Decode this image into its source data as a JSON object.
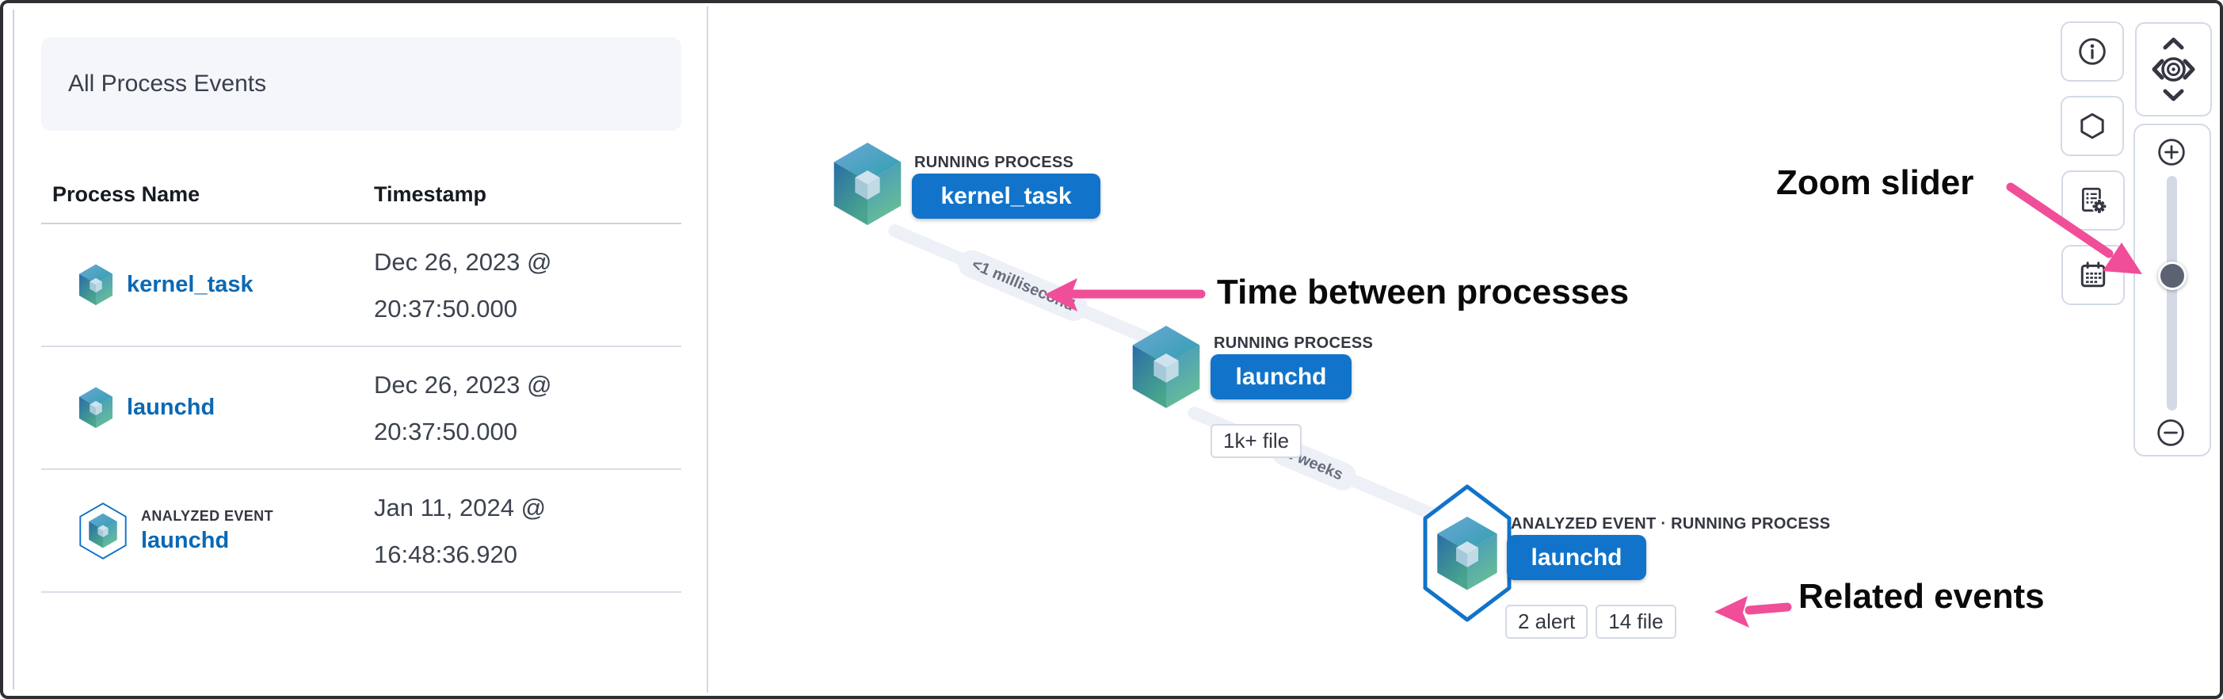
{
  "panel": {
    "title": "All Process Events",
    "columns": {
      "name": "Process Name",
      "timestamp": "Timestamp"
    },
    "rows": [
      {
        "name": "kernel_task",
        "ts1": "Dec 26, 2023 @",
        "ts2": "20:37:50.000"
      },
      {
        "name": "launchd",
        "ts1": "Dec 26, 2023 @",
        "ts2": "20:37:50.000"
      },
      {
        "name": "launchd",
        "event_label": "ANALYZED EVENT",
        "ts1": "Jan 11, 2024 @",
        "ts2": "16:48:36.920"
      }
    ]
  },
  "graph": {
    "nodes": [
      {
        "type_label": "RUNNING PROCESS",
        "name": "kernel_task"
      },
      {
        "type_label": "RUNNING PROCESS",
        "name": "launchd",
        "badges": [
          "1k+ file"
        ]
      },
      {
        "type_label": "ANALYZED EVENT · RUNNING PROCESS",
        "name": "launchd",
        "badges": [
          "2 alert",
          "14 file"
        ]
      }
    ],
    "edges": [
      {
        "label": "<1 millisecond"
      },
      {
        "label": "2 weeks"
      }
    ]
  },
  "annotations": {
    "time_between": "Time between processes",
    "related": "Related events",
    "zoom": "Zoom slider"
  },
  "colors": {
    "accent_pink": "#f04e98",
    "node_pill_blue": "#1174ca",
    "link_blue": "#0b69b4",
    "edge_gray": "#edf0f6",
    "border_gray": "#d3dae6",
    "text_dark": "#343741"
  }
}
